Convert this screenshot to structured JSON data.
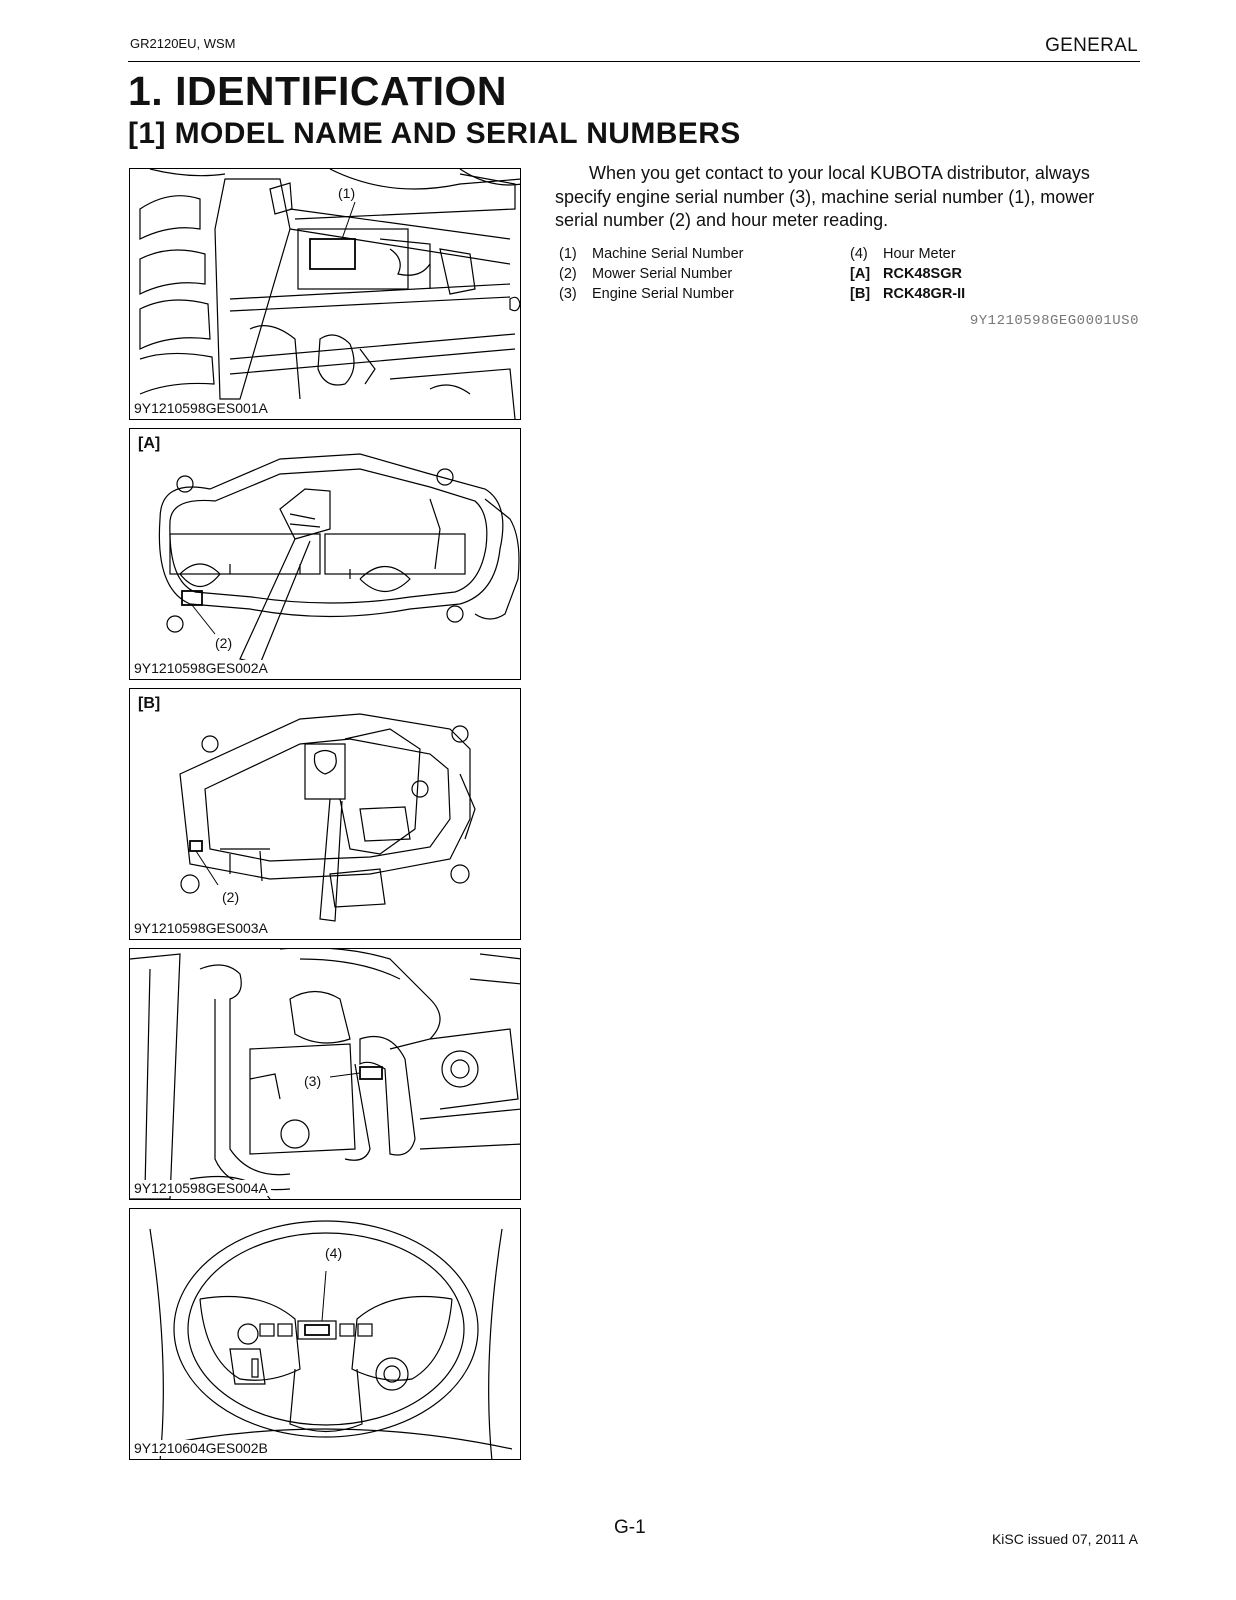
{
  "header": {
    "doc": "GR2120EU, WSM",
    "section": "GENERAL"
  },
  "title": "1.  IDENTIFICATION",
  "subtitle": "[1]  MODEL NAME AND SERIAL NUMBERS",
  "intro": "When you get contact to your local KUBOTA distributor, always specify engine serial number (3), machine serial number (1), mower serial number (2) and hour meter reading.",
  "legend_left": [
    {
      "key": "(1)",
      "text": "Machine Serial Number"
    },
    {
      "key": "(2)",
      "text": "Mower Serial Number"
    },
    {
      "key": "(3)",
      "text": "Engine Serial Number"
    }
  ],
  "legend_right": [
    {
      "key": "(4)",
      "text": "Hour Meter"
    },
    {
      "key": "[A]",
      "text": "RCK48SGR"
    },
    {
      "key": "[B]",
      "text": "RCK48GR-II"
    }
  ],
  "ref_code": "9Y1210598GEG0001US0",
  "figures": [
    {
      "code": "9Y1210598GES001A",
      "callout": "(1)"
    },
    {
      "code": "9Y1210598GES002A",
      "tag": "[A]",
      "callout": "(2)"
    },
    {
      "code": "9Y1210598GES003A",
      "tag": "[B]",
      "callout": "(2)"
    },
    {
      "code": "9Y1210598GES004A",
      "callout": "(3)"
    },
    {
      "code": "9Y1210604GES002B",
      "callout": "(4)"
    }
  ],
  "footer": {
    "page": "G-1",
    "issued": "KiSC issued 07, 2011 A"
  }
}
